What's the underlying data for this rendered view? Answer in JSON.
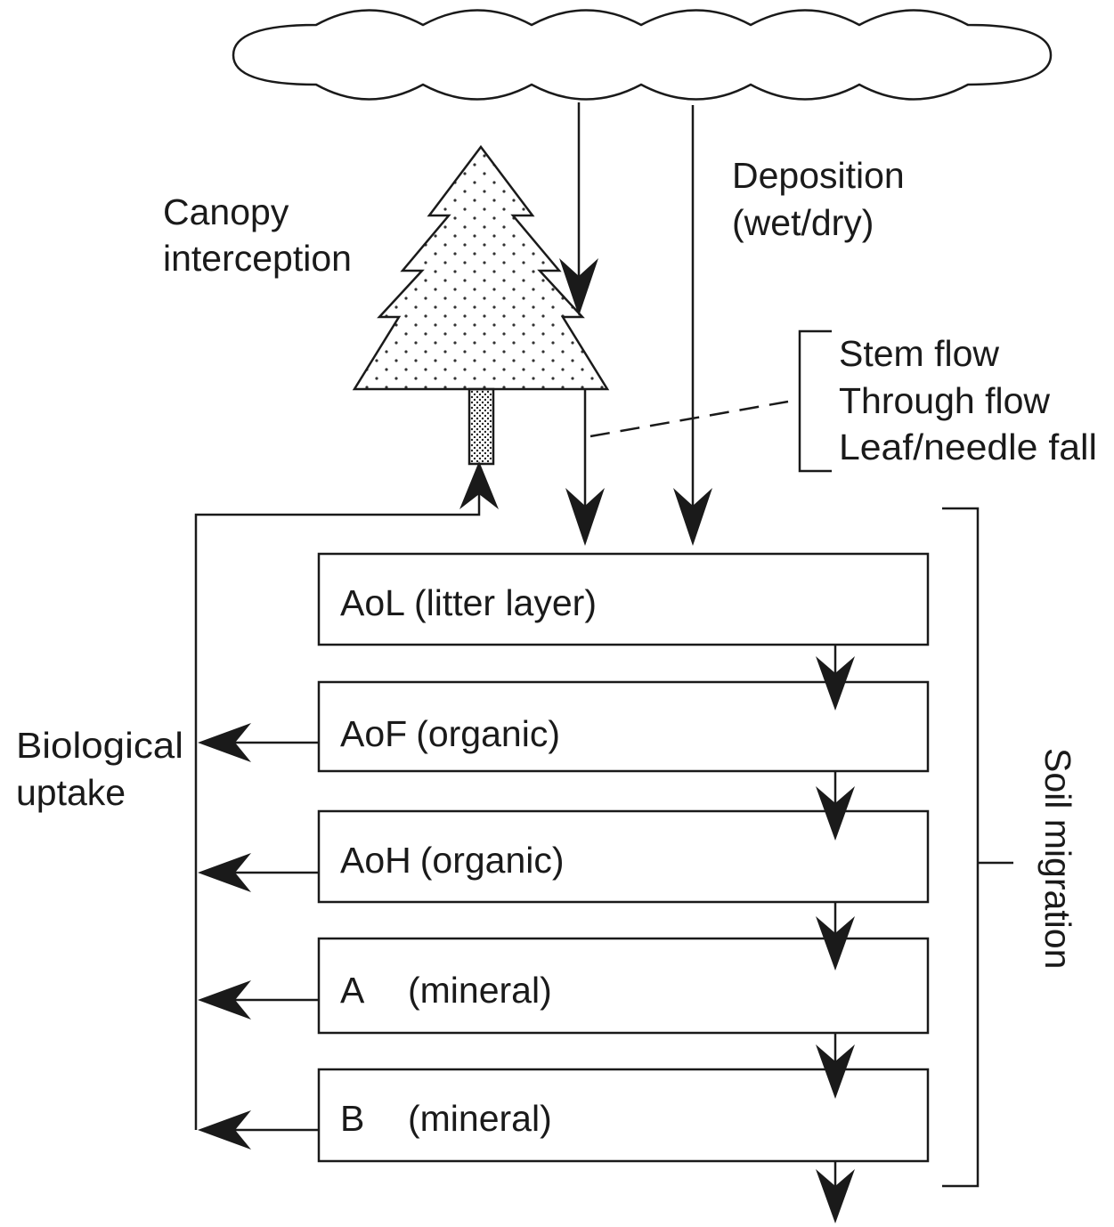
{
  "diagram": {
    "labels": {
      "canopy_line1": "Canopy",
      "canopy_line2": "interception",
      "deposition_line1": "Deposition",
      "deposition_line2": "(wet/dry)",
      "stem_flow": "Stem flow",
      "through_flow": "Through flow",
      "leaf_fall": "Leaf/needle fall",
      "bio_line1": "Biological",
      "bio_line2": "uptake",
      "soil_migration": "Soil migration"
    },
    "layers": [
      {
        "code": "AoL",
        "desc": "(litter layer)"
      },
      {
        "code": "AoF",
        "desc": "(organic)"
      },
      {
        "code": "AoH",
        "desc": "(organic)"
      },
      {
        "code": "A",
        "desc": "(mineral)"
      },
      {
        "code": "B",
        "desc": "(mineral)"
      }
    ]
  }
}
